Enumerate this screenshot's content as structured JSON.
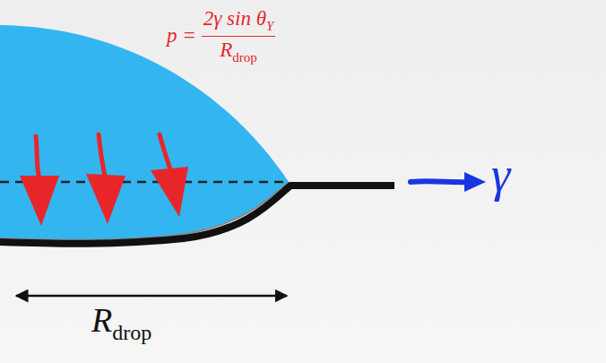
{
  "diagram": {
    "labels": [
      "p =",
      "2γ sin θ",
      "Y",
      "R",
      "drop",
      "γ",
      "R",
      "drop"
    ]
  }
}
